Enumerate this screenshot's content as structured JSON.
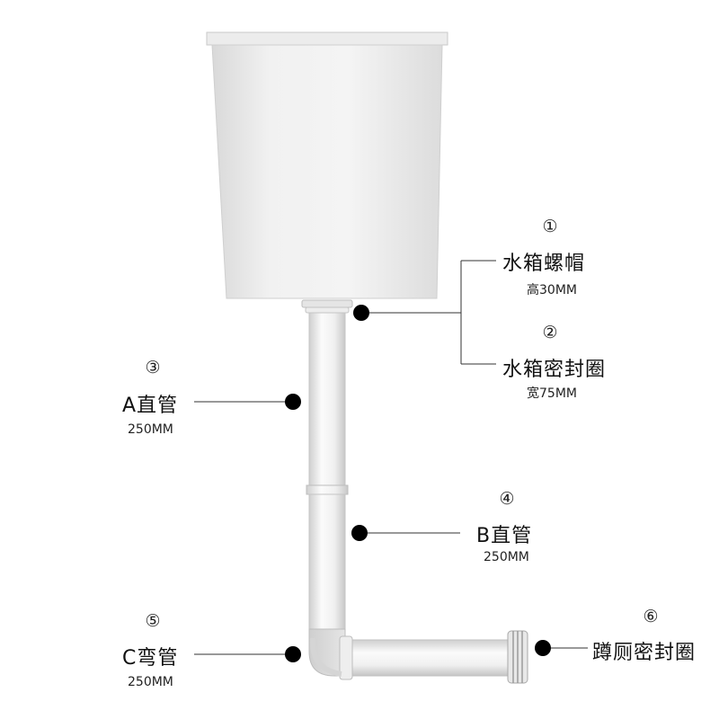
{
  "labels": {
    "nut": {
      "number": "①",
      "name": "水箱螺帽",
      "spec": "高30MM"
    },
    "seal": {
      "number": "②",
      "name": "水箱密封圈",
      "spec": "宽75MM"
    },
    "pipe_a": {
      "number": "③",
      "name": "A直管",
      "spec": "250MM"
    },
    "pipe_b": {
      "number": "④",
      "name": "B直管",
      "spec": "250MM"
    },
    "elbow_c": {
      "number": "⑤",
      "name": "C弯管",
      "spec": "250MM"
    },
    "toilet_seal": {
      "number": "⑥",
      "name": "蹲厕密封圈"
    }
  },
  "colors": {
    "dot": "#000000",
    "line": "#333333",
    "tank": "#e9e9e9",
    "pipe": "#f2f2f2"
  }
}
